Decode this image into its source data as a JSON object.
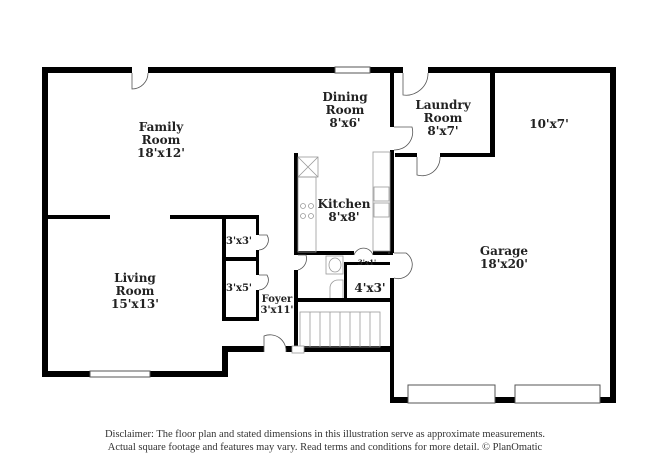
{
  "rooms": {
    "family": {
      "name": "Family Room",
      "line1": "Family",
      "line2": "Room",
      "dims": "18'x12'"
    },
    "living": {
      "line1": "Living",
      "line2": "Room",
      "dims": "15'x13'"
    },
    "dining": {
      "line1": "Dining",
      "line2": "Room",
      "dims": "8'x6'"
    },
    "laundry": {
      "line1": "Laundry",
      "line2": "Room",
      "dims": "8'x7'"
    },
    "kitchen": {
      "line1": "Kitchen",
      "dims": "8'x8'"
    },
    "garage": {
      "line1": "Garage",
      "dims": "18'x20'"
    },
    "foyer": {
      "line1": "Foyer",
      "dims": "3'x11'"
    },
    "closet1": {
      "dims": "3'x3'"
    },
    "closet2": {
      "dims": "3'x5'"
    },
    "closet3": {
      "dims": "3'x1'"
    },
    "closet4": {
      "dims": "4'x3'"
    },
    "storage": {
      "dims": "10'x7'"
    }
  },
  "disclaimer": {
    "line1": "Disclaimer: The floor plan and stated dimensions in this illustration serve as approximate measurements.",
    "line2": "Actual square footage and features may vary. Read terms and conditions for more detail. © PlanOmatic"
  },
  "colors": {
    "wall": "#000000",
    "fixture": "#999999"
  }
}
